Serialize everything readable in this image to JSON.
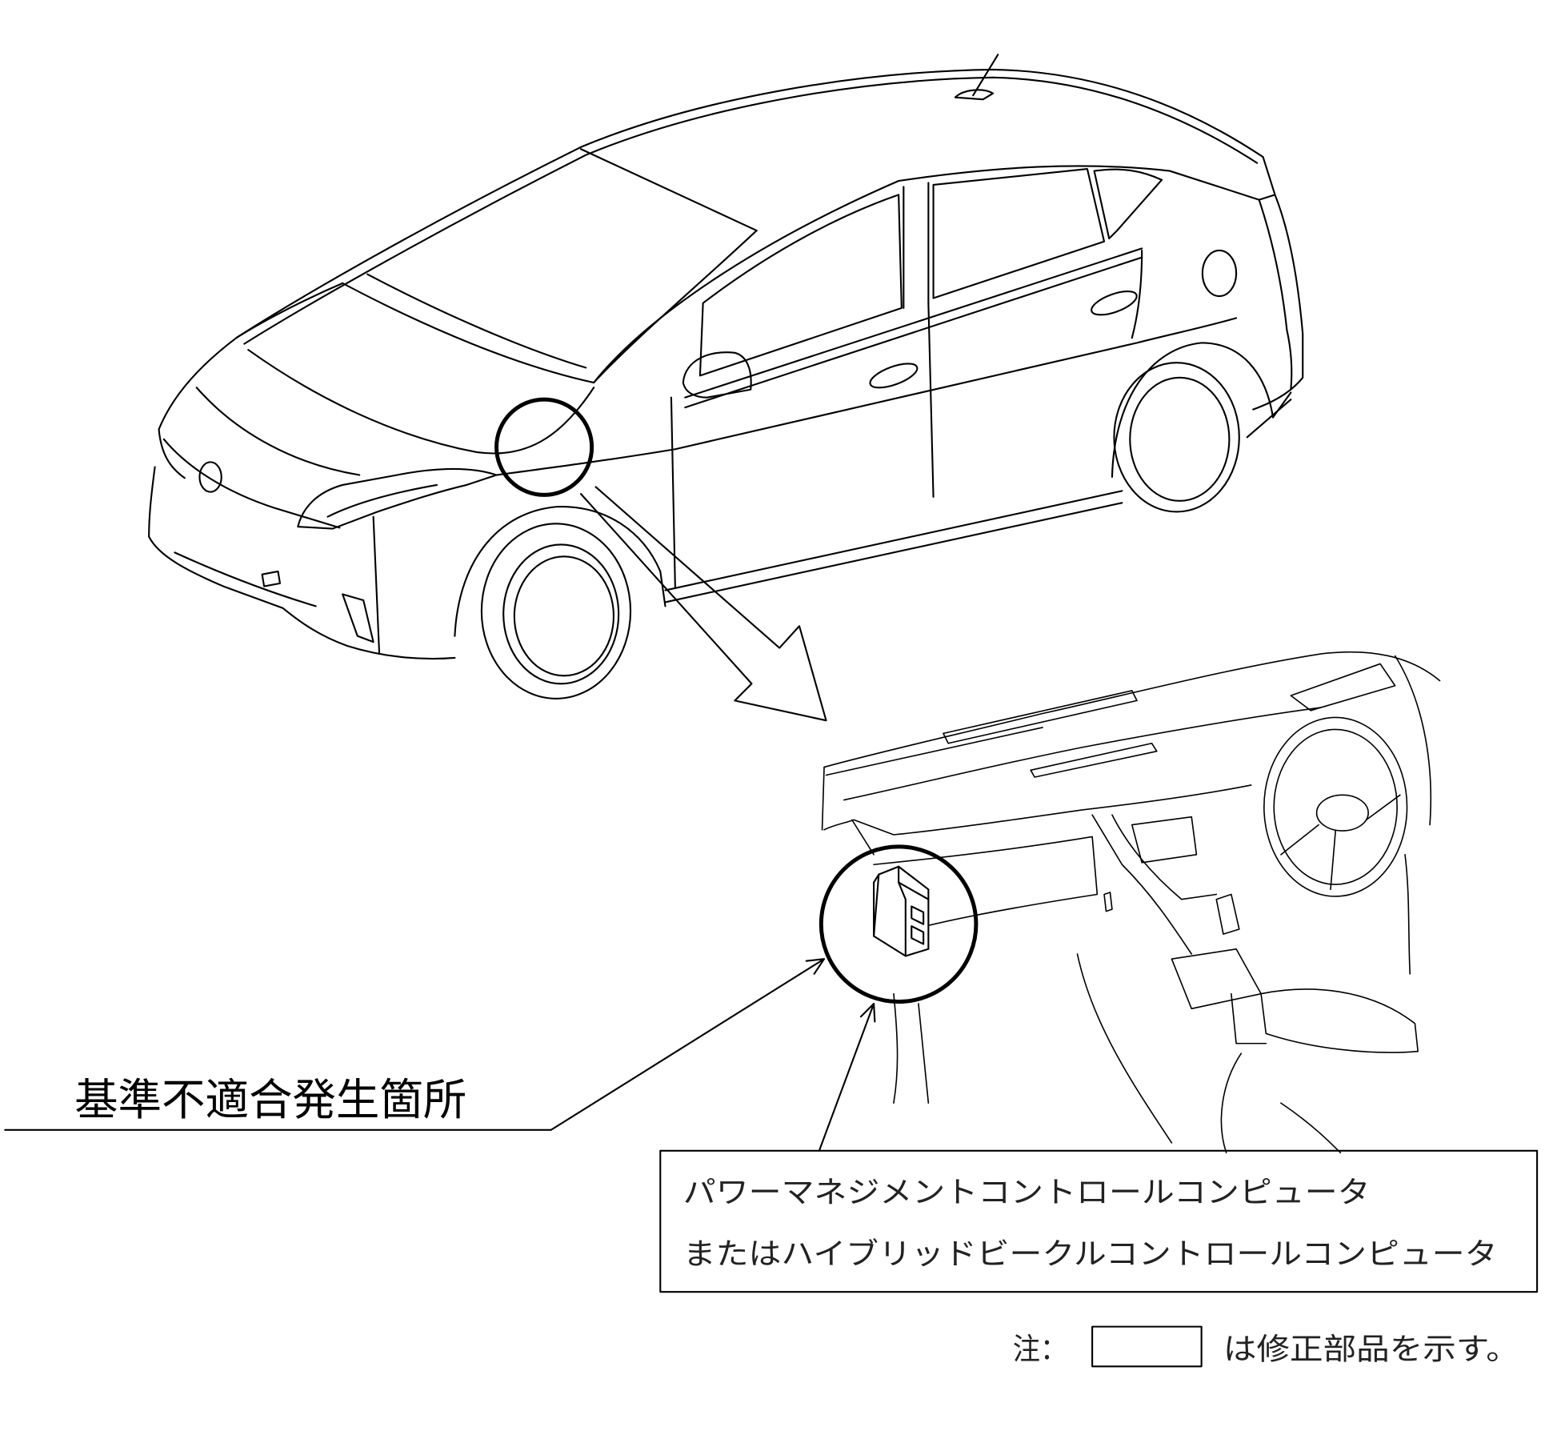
{
  "diagram": {
    "location_label": "基準不適合発生箇所",
    "part_lines": [
      "パワーマネジメントコントロールコンピュータ",
      "またはハイブリッドビークルコントロールコンピュータ"
    ],
    "note": {
      "prefix": "注：",
      "text": "は修正部品を示す。"
    }
  },
  "colors": {
    "line": "#000000",
    "background": "#ffffff"
  }
}
